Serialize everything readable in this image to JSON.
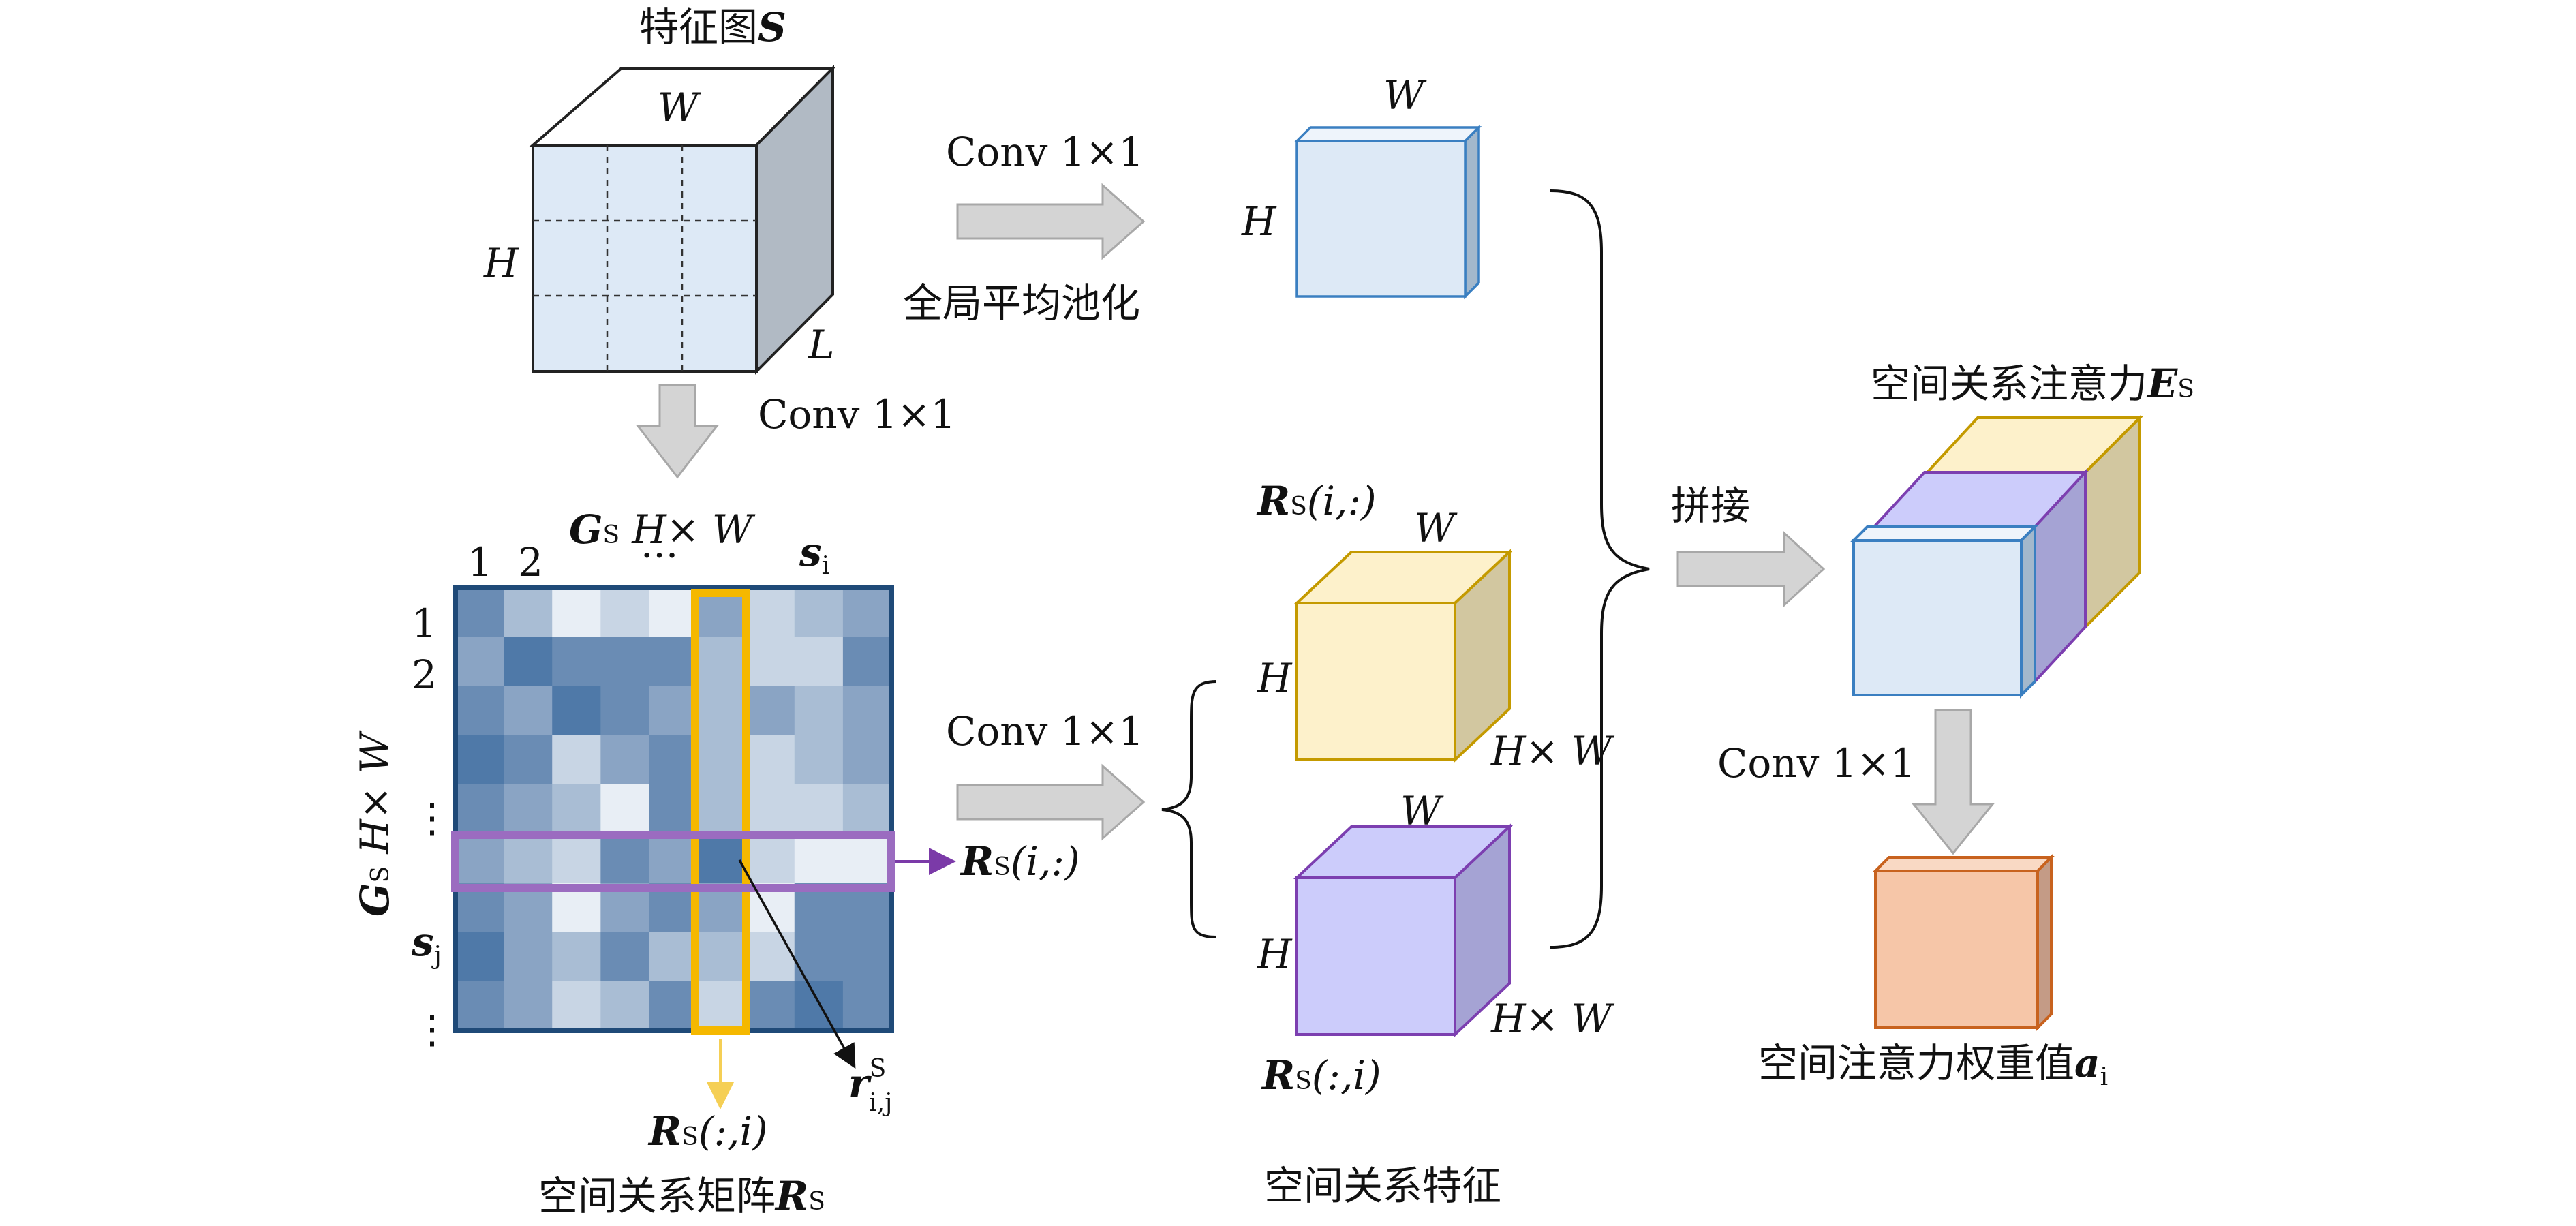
{
  "feature_map": {
    "title": "特征图",
    "symbol": "S",
    "dim_w": "W",
    "dim_h": "H",
    "dim_l": "L"
  },
  "conv_top": "Conv 1×1",
  "gap_label": "全局平均池化",
  "conv_down": "Conv 1×1",
  "gs_header": {
    "symbol": "G",
    "sub": "S",
    "dims": "H× W",
    "col1": "1",
    "col2": "2",
    "dots": "···",
    "si": "s",
    "si_sub": "i"
  },
  "gs_side": {
    "symbol": "G",
    "sub": "S",
    "dims": "H× W",
    "row1": "1",
    "row2": "2",
    "dots": "⋮",
    "sj": "s",
    "sj_sub": "j"
  },
  "row_label": {
    "symbol": "R",
    "sub": "S",
    "arg": "(i,:)"
  },
  "col_label": {
    "symbol": "R",
    "sub": "S",
    "arg": "(:,i)"
  },
  "r_label": {
    "symbol": "r",
    "sup": "S",
    "sub": "i,j"
  },
  "matrix_caption": {
    "text": "空间关系矩阵",
    "symbol": "R",
    "sub": "S"
  },
  "conv_mid": "Conv 1×1",
  "blue_block": {
    "w": "W",
    "h": "H"
  },
  "yellow_block": {
    "label_symbol": "R",
    "label_sub": "S",
    "label_arg": "(i,:)",
    "w": "W",
    "h": "H",
    "depth": "H× W"
  },
  "purple_block": {
    "label_symbol": "R",
    "label_sub": "S",
    "label_arg": "(:,i)",
    "w": "W",
    "h": "H",
    "depth": "H× W"
  },
  "relation_caption": "空间关系特征",
  "concat_label": "拼接",
  "attention": {
    "text": "空间关系注意力",
    "symbol": "E",
    "sub": "S"
  },
  "conv_right": "Conv 1×1",
  "weight": {
    "text": "空间注意力权重值",
    "symbol": "a",
    "sub": "i"
  },
  "colors": {
    "light_blue": "#dde9f6",
    "blue_edge": "#3a7fc1",
    "yellow": "#fdf1cb",
    "yellow_edge": "#c49a00",
    "purple": "#ccccfb",
    "purple_edge": "#7c3fb0",
    "orange": "#f6c6a8",
    "orange_edge": "#c8621e",
    "highlight_col": "#f5b800",
    "highlight_row": "#9b6cc0"
  }
}
